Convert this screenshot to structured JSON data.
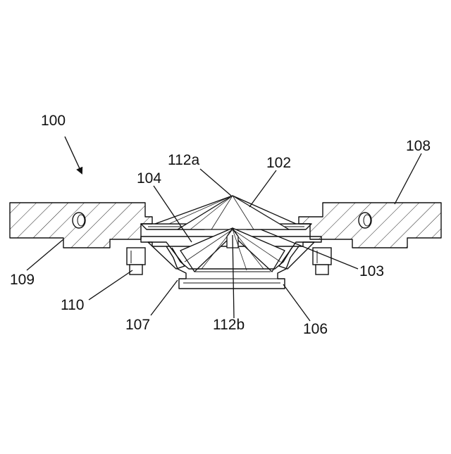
{
  "figure": {
    "labels": {
      "assembly": "100",
      "top_prism": "102",
      "lower_prism": "103",
      "left_component": "104",
      "right_component": "106",
      "left_housing": "107",
      "plate": "108",
      "plate_step": "109",
      "fastener": "110",
      "apex_upper": "112a",
      "apex_lower": "112b"
    },
    "colors": {
      "line": "#111111",
      "background": "#ffffff"
    }
  }
}
